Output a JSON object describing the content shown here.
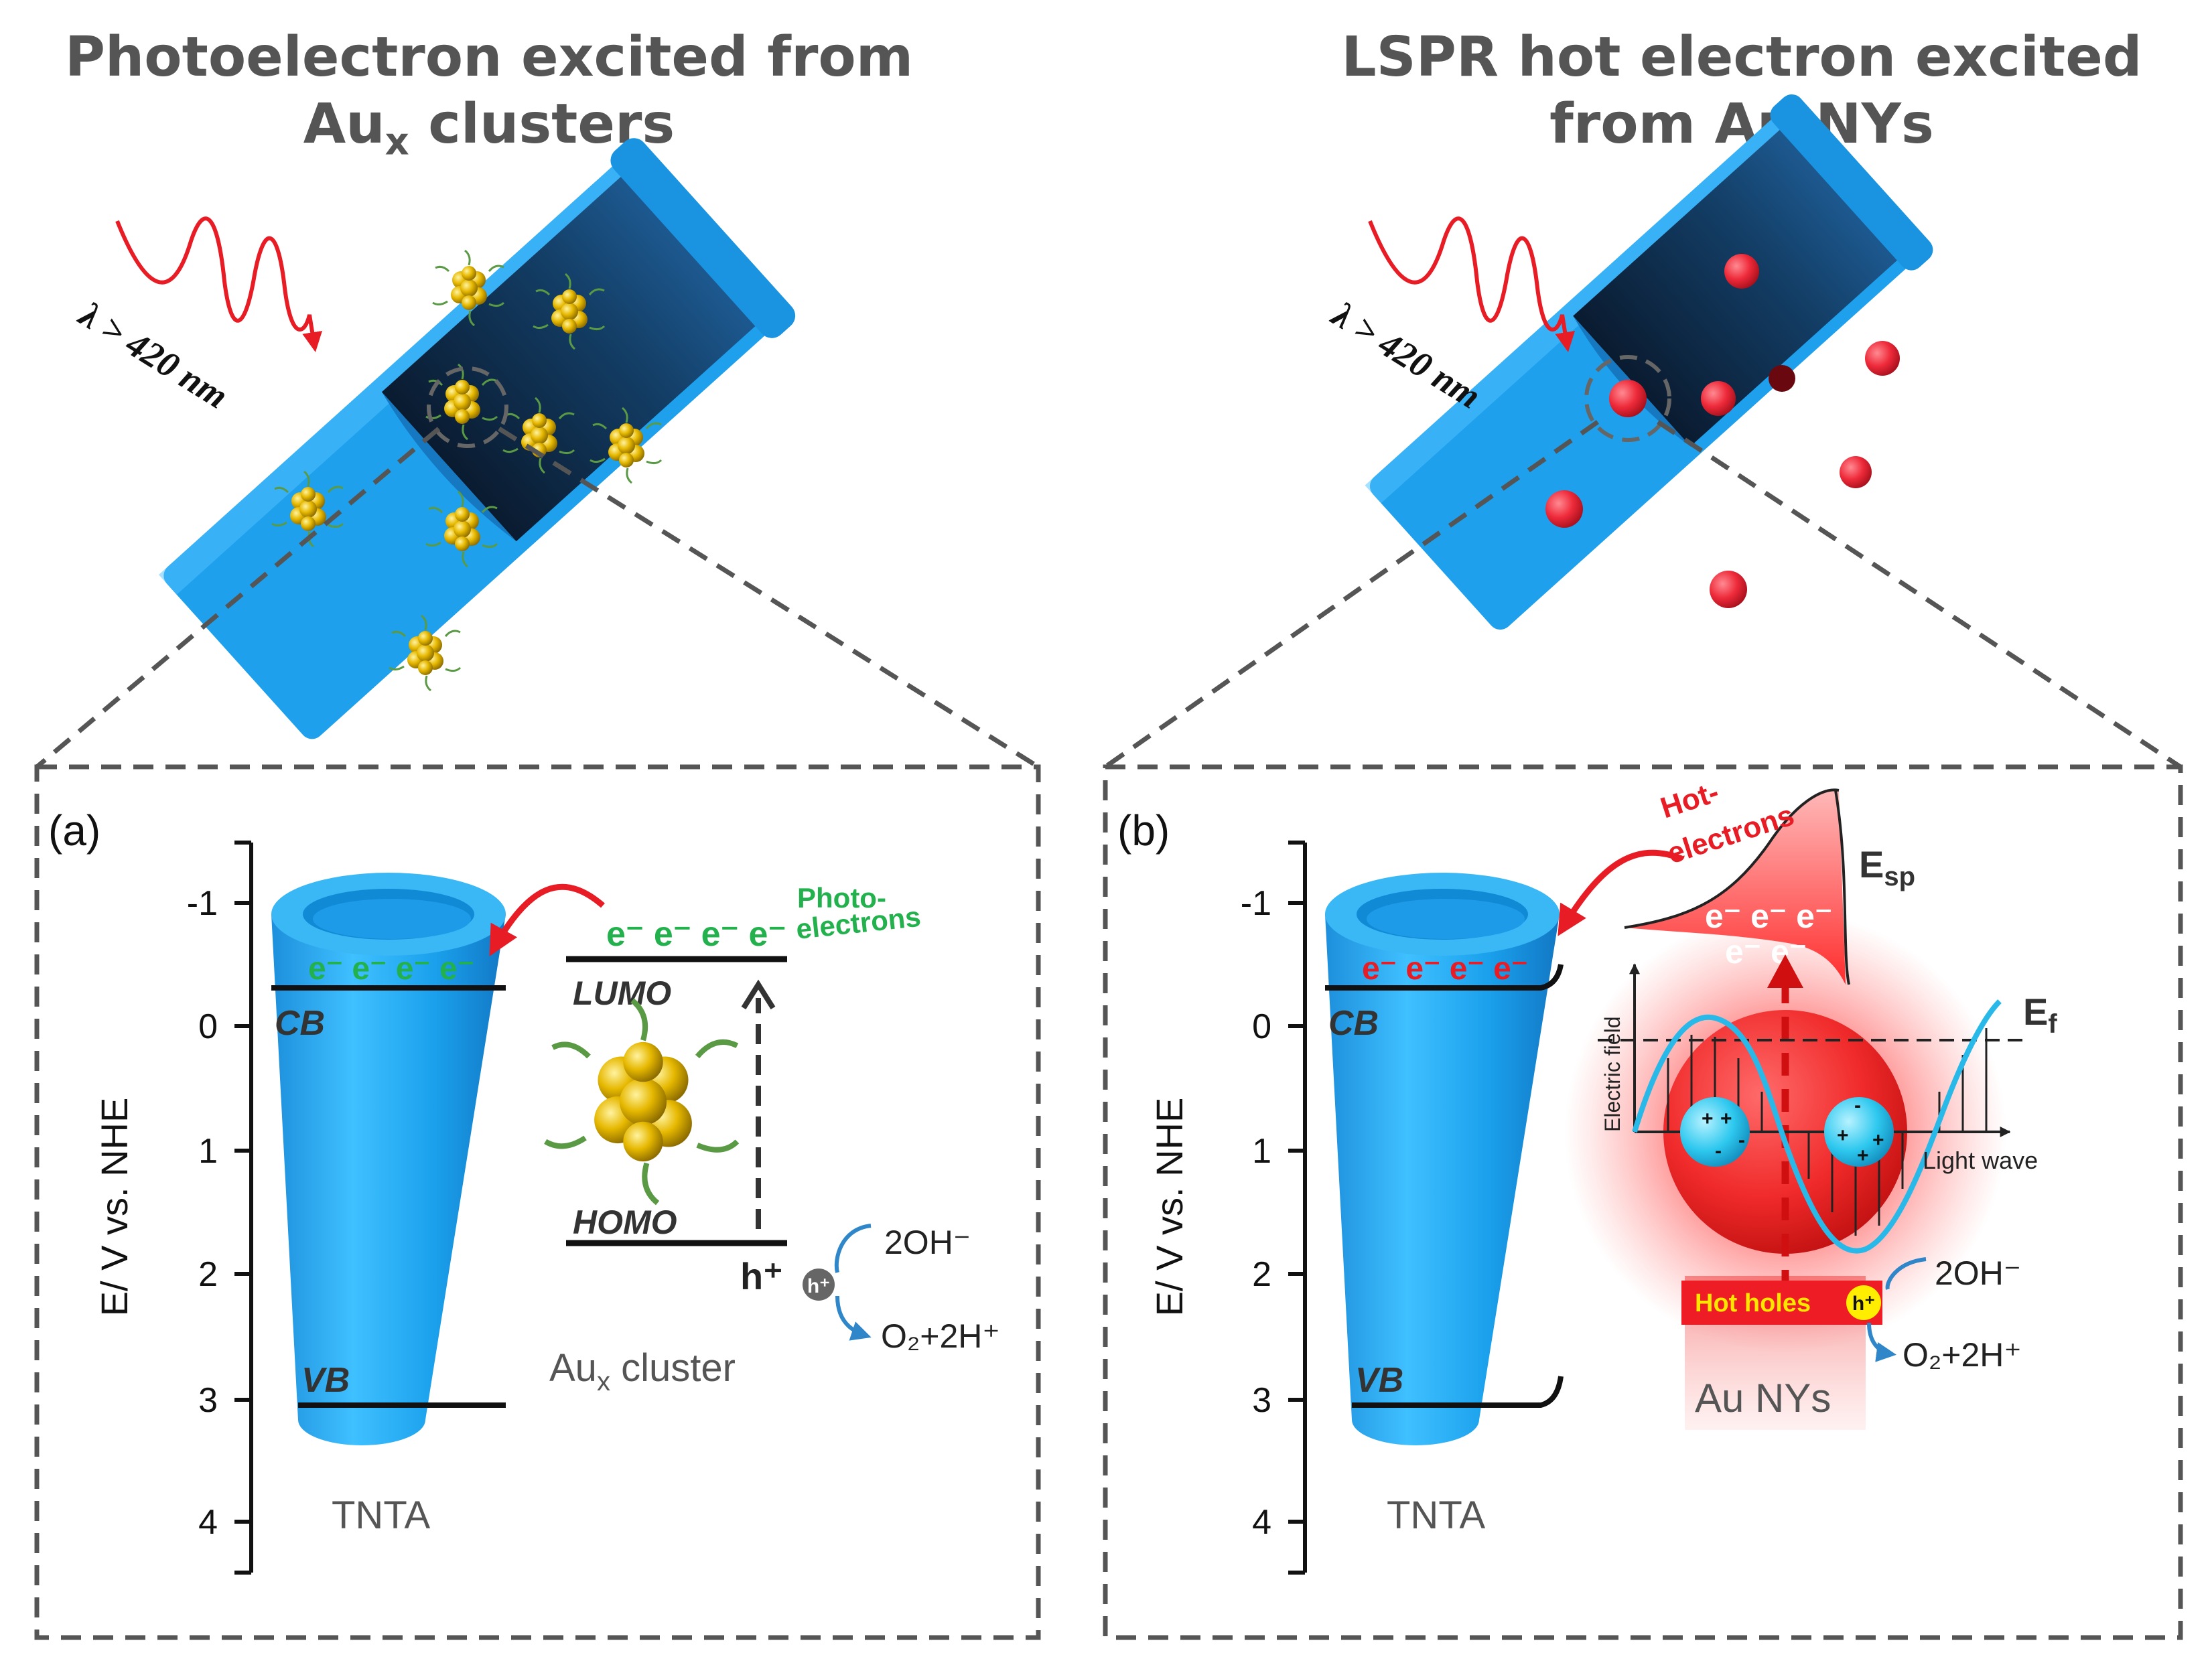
{
  "headings": {
    "left_line1": "Photoelectron excited from",
    "left_line2_main": "Au",
    "left_line2_sub": "x",
    "left_line2_rest": " clusters",
    "right_line1": "LSPR hot electron excited",
    "right_line2": "from Au NYs"
  },
  "light": {
    "label": "λ > 420 nm"
  },
  "axis": {
    "label": "E/ V vs. NHE",
    "ticks": [
      "-1",
      "0",
      "1",
      "2",
      "3",
      "4"
    ]
  },
  "panel_a": {
    "tag": "(a)",
    "tube_label": "TNTA",
    "cb": "CB",
    "vb": "VB",
    "tube_electrons": "e⁻ e⁻ e⁻ e⁻",
    "lumo_electrons": "e⁻ e⁻ e⁻ e⁻",
    "photo_line1": "Photo-",
    "photo_line2": "electrons",
    "lumo": "LUMO",
    "homo": "HOMO",
    "hole": "h⁺",
    "hole_small": "h⁺",
    "oh": "2OH⁻",
    "o2": "O₂+2H⁺",
    "cluster_label_main": "Au",
    "cluster_label_sub": "x",
    "cluster_label_rest": " cluster"
  },
  "panel_b": {
    "tag": "(b)",
    "tube_label": "TNTA",
    "cb": "CB",
    "vb": "VB",
    "tube_electrons": "e⁻ e⁻ e⁻ e⁻",
    "hot_line1": "Hot-",
    "hot_line2": "electrons",
    "esp_main": "E",
    "esp_sub": "sp",
    "ef_main": "E",
    "ef_sub": "f",
    "pulse_row1": "e⁻ e⁻ e⁻",
    "pulse_row2": "e⁻ e⁻",
    "electric_field": "Electric field",
    "light_wave": "Light wave",
    "hot_holes": "Hot holes",
    "hole_small": "h⁺",
    "oh": "2OH⁻",
    "o2": "O₂+2H⁺",
    "np_label": "Au NYs"
  },
  "colors": {
    "tio2_blue": "#1a9be8",
    "gold": "#e0b400",
    "au_red": "#e8202c",
    "electron_green": "#22b14c",
    "electron_red": "#e81c24",
    "dash_gray": "#555555"
  }
}
